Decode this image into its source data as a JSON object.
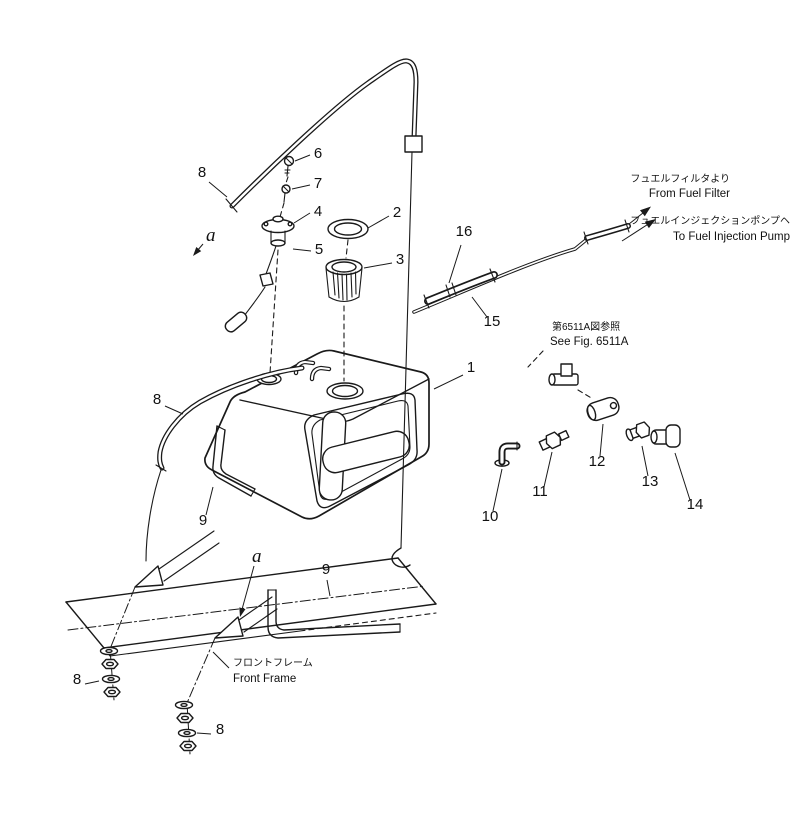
{
  "page": {
    "background": "#ffffff"
  },
  "diagram": {
    "description": "Fuel tank and fuel piping parts diagram",
    "ink": "#1a1a1a",
    "callouts": [
      {
        "label": "6"
      },
      {
        "label": "7"
      },
      {
        "label": "8"
      },
      {
        "label": "4"
      },
      {
        "label": "2"
      },
      {
        "label": "5"
      },
      {
        "label": "3"
      },
      {
        "label": "16"
      },
      {
        "label": "15"
      },
      {
        "label": "1"
      },
      {
        "label": "8"
      },
      {
        "label": "9"
      },
      {
        "label": "10"
      },
      {
        "label": "11"
      },
      {
        "label": "12"
      },
      {
        "label": "13"
      },
      {
        "label": "14"
      },
      {
        "label": "9"
      },
      {
        "label": "8"
      },
      {
        "label": "8"
      }
    ],
    "ref_letters": [
      {
        "label": "a"
      },
      {
        "label": "a"
      }
    ],
    "annotations": {
      "from_fuel_filter": {
        "jp": "フュエルフィルタより",
        "en": "From Fuel Filter"
      },
      "to_fuel_injection_pump": {
        "jp": "フュエルインジェクションポンプヘ",
        "en": "To Fuel Injection Pump"
      },
      "see_figure": {
        "jp": "第6511A図参照",
        "en": "See Fig. 6511A"
      },
      "front_frame": {
        "jp": "フロントフレーム",
        "en": "Front Frame"
      }
    }
  }
}
